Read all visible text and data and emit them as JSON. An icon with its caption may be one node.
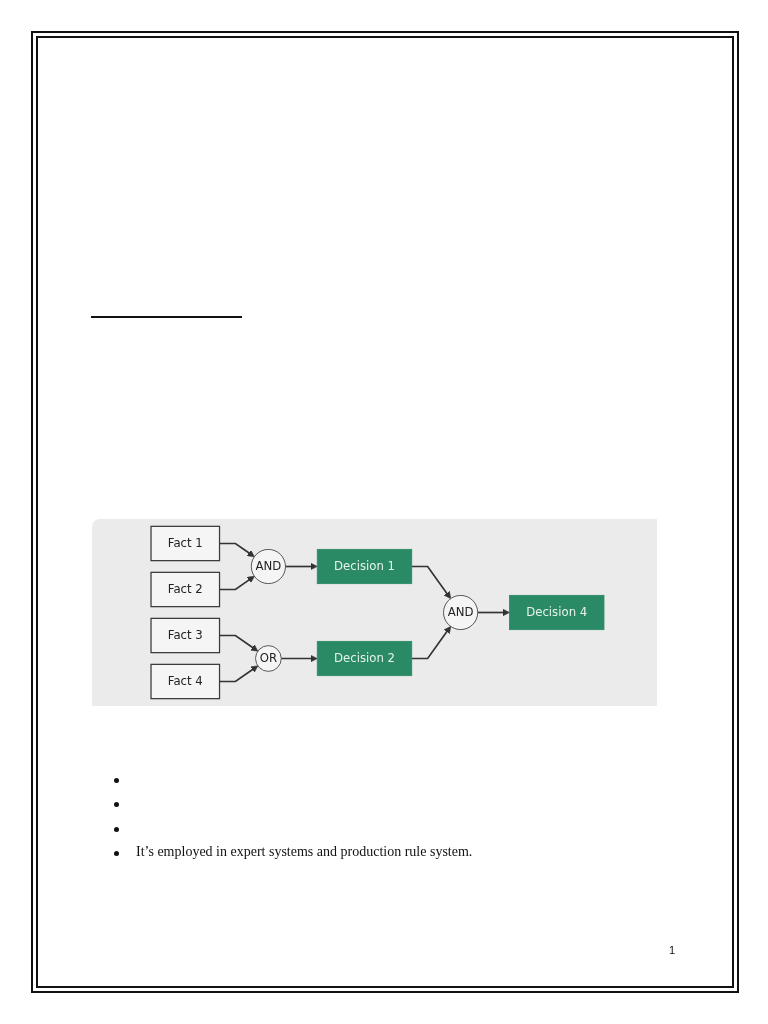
{
  "diagram": {
    "nodes": [
      {
        "text": [
          "Fact 1"
        ]
      },
      {
        "text": [
          "Fact 2"
        ]
      },
      {
        "text": [
          "Fact 3"
        ]
      },
      {
        "text": [
          "Fact 4"
        ]
      },
      {
        "text": [
          "AND"
        ]
      },
      {
        "text": [
          "OR"
        ]
      },
      {
        "text": [
          "Decision 1"
        ]
      },
      {
        "text": [
          "Decision 2"
        ]
      },
      {
        "text": [
          "AND"
        ]
      },
      {
        "text": [
          "Decision 4"
        ]
      }
    ],
    "edges": [
      {
        "from": 0,
        "to": 4,
        "arrow": "to"
      },
      {
        "from": 1,
        "to": 4,
        "arrow": "to"
      },
      {
        "from": 2,
        "to": 5,
        "arrow": "to"
      },
      {
        "from": 3,
        "to": 5,
        "arrow": "to"
      },
      {
        "from": 4,
        "to": 6,
        "arrow": "to"
      },
      {
        "from": 5,
        "to": 7,
        "arrow": "to"
      },
      {
        "from": 6,
        "to": 8,
        "arrow": "to"
      },
      {
        "from": 7,
        "to": 8,
        "arrow": "to"
      },
      {
        "from": 8,
        "to": 9,
        "arrow": "to"
      }
    ],
    "labels": [
      "It’s employed in expert systems and production rule system.",
      "1"
    ]
  }
}
